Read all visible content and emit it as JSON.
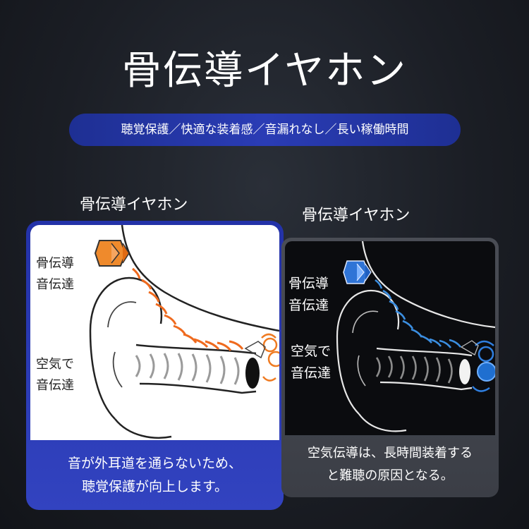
{
  "title": "骨伝導イヤホン",
  "features": "聴覚保護／快適な装着感／音漏れなし／長い稼働時間",
  "left": {
    "heading": "骨伝導イヤホン",
    "label_bone": [
      "骨伝導",
      "音伝達"
    ],
    "label_air": [
      "空気で",
      "音伝達"
    ],
    "caption": [
      "音が外耳道を通らないため、",
      "聴覚保護が向上します。"
    ]
  },
  "right": {
    "heading": "骨伝導イヤホン",
    "label_bone": [
      "骨伝導",
      "音伝達"
    ],
    "label_air": [
      "空気で",
      "音伝達"
    ],
    "caption": [
      "空気伝導は、長時間装着する",
      "と難聴の原因となる。"
    ]
  },
  "colors": {
    "bone_wave_left": "#ef6a1e",
    "bone_wave_right": "#3b8ee0",
    "card_left": "#2a3bb6",
    "card_right": "#43464e",
    "pill": "#2434a6"
  },
  "icons": [
    "earphone-icon",
    "ear-diagram-illustration",
    "inner-ear-icon"
  ]
}
